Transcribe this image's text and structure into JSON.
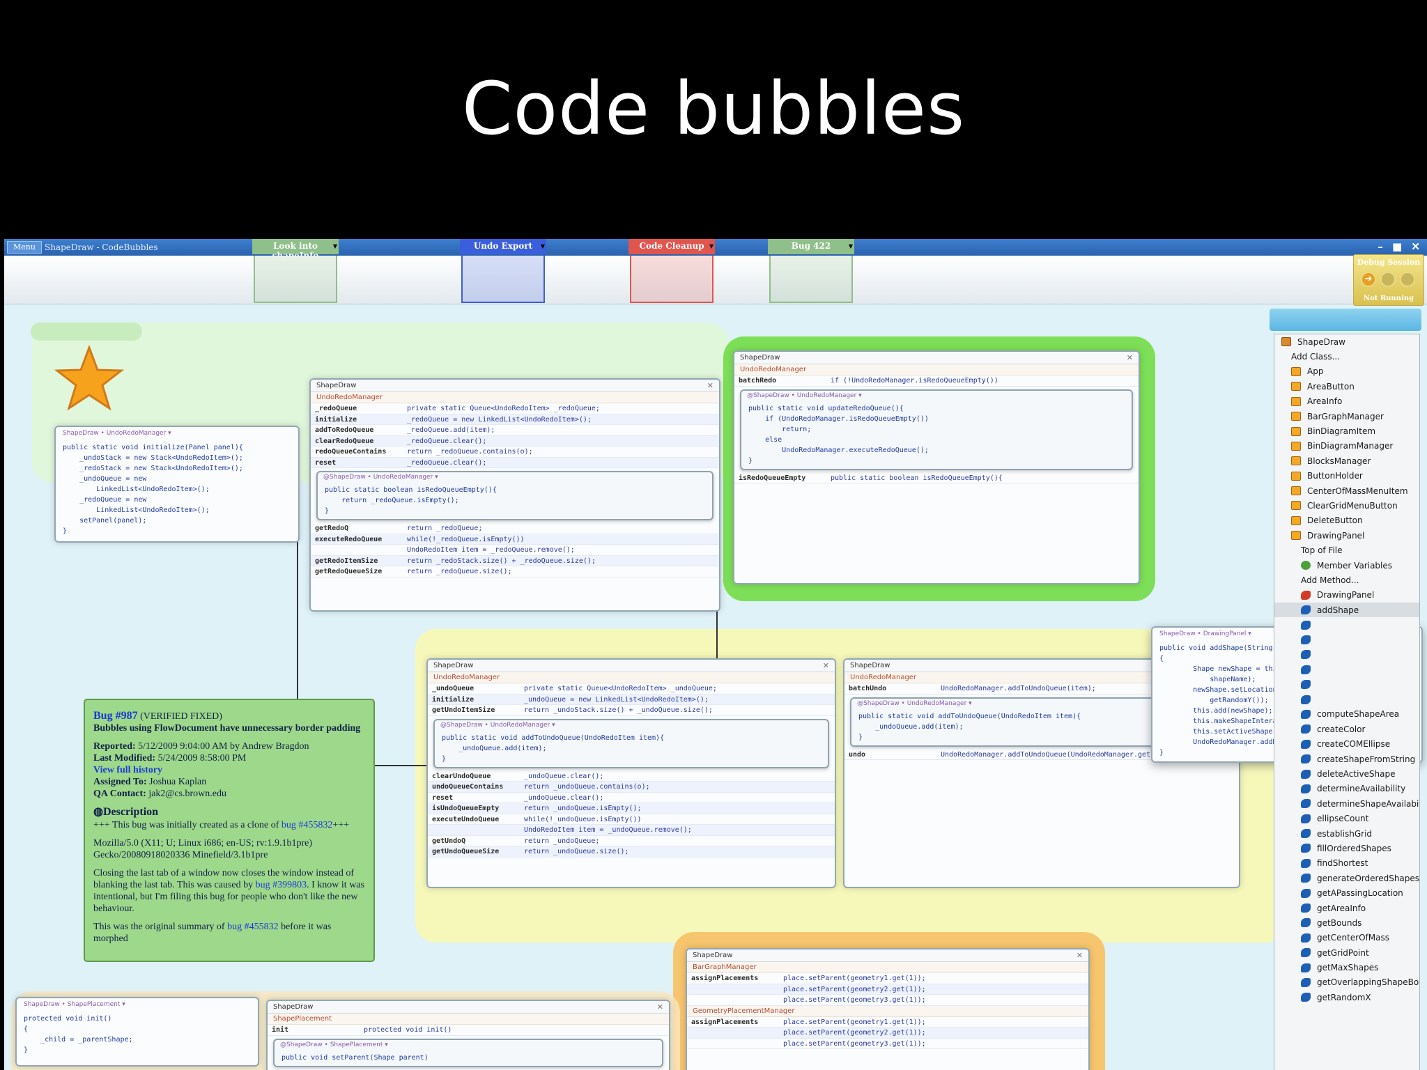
{
  "slide": {
    "title": "Code bubbles"
  },
  "window": {
    "menu_label": "Menu",
    "title": "ShapeDraw - CodeBubbles",
    "controls": "– ■ ✕"
  },
  "workspaces": [
    {
      "label": "Look into shapeInfo",
      "color": "#8fbf8a"
    },
    {
      "label": "Undo Export",
      "color": "#3b5fdc"
    },
    {
      "label": "Code Cleanup",
      "color": "#e0564f"
    },
    {
      "label": "Bug 422",
      "color": "#8fbf8a"
    }
  ],
  "debug": {
    "title": "Debug Session",
    "status": "Not Running"
  },
  "package_explorer": {
    "items": [
      {
        "label": "ShapeDraw",
        "icon": "package-icon",
        "kind": "root",
        "indent": 0
      },
      {
        "label": "Add Class...",
        "icon": "",
        "kind": "action",
        "indent": 1
      },
      {
        "label": "App",
        "icon": "class-icon",
        "kind": "class",
        "indent": 1
      },
      {
        "label": "AreaButton",
        "icon": "class-icon",
        "kind": "class",
        "indent": 1
      },
      {
        "label": "AreaInfo",
        "icon": "class-icon",
        "kind": "class",
        "indent": 1
      },
      {
        "label": "BarGraphManager",
        "icon": "class-icon",
        "kind": "class",
        "indent": 1
      },
      {
        "label": "BinDiagramItem",
        "icon": "class-icon",
        "kind": "class",
        "indent": 1
      },
      {
        "label": "BinDiagramManager",
        "icon": "class-icon",
        "kind": "class",
        "indent": 1
      },
      {
        "label": "BlocksManager",
        "icon": "class-icon",
        "kind": "class",
        "indent": 1
      },
      {
        "label": "ButtonHolder",
        "icon": "class-icon",
        "kind": "class",
        "indent": 1
      },
      {
        "label": "CenterOfMassMenuItem",
        "icon": "class-icon",
        "kind": "class",
        "indent": 1
      },
      {
        "label": "ClearGridMenuButton",
        "icon": "class-icon",
        "kind": "class",
        "indent": 1
      },
      {
        "label": "DeleteButton",
        "icon": "class-icon",
        "kind": "class",
        "indent": 1
      },
      {
        "label": "DrawingPanel",
        "icon": "class-icon",
        "kind": "class",
        "indent": 1
      },
      {
        "label": "Top of File",
        "icon": "",
        "kind": "action",
        "indent": 2
      },
      {
        "label": "Member Variables",
        "icon": "member-icon",
        "kind": "member",
        "indent": 2
      },
      {
        "label": "Add Method...",
        "icon": "",
        "kind": "action",
        "indent": 2
      },
      {
        "label": "DrawingPanel",
        "icon": "constructor-icon",
        "kind": "panel",
        "indent": 2
      },
      {
        "label": "addShape",
        "icon": "method-icon",
        "kind": "method",
        "indent": 2,
        "selected": true
      },
      {
        "label": "",
        "icon": "method-icon",
        "kind": "method",
        "indent": 2
      },
      {
        "label": "",
        "icon": "method-icon",
        "kind": "method",
        "indent": 2
      },
      {
        "label": "",
        "icon": "method-icon",
        "kind": "method",
        "indent": 2
      },
      {
        "label": "",
        "icon": "method-icon",
        "kind": "method",
        "indent": 2
      },
      {
        "label": "",
        "icon": "method-icon",
        "kind": "method",
        "indent": 2
      },
      {
        "label": "",
        "icon": "method-icon",
        "kind": "method",
        "indent": 2
      },
      {
        "label": "computeShapeArea",
        "icon": "method-icon",
        "kind": "method",
        "indent": 2
      },
      {
        "label": "createColor",
        "icon": "method-icon",
        "kind": "method",
        "indent": 2
      },
      {
        "label": "createCOMEllipse",
        "icon": "method-icon",
        "kind": "method",
        "indent": 2
      },
      {
        "label": "createShapeFromString",
        "icon": "method-icon",
        "kind": "method",
        "indent": 2
      },
      {
        "label": "deleteActiveShape",
        "icon": "method-icon",
        "kind": "method",
        "indent": 2
      },
      {
        "label": "determineAvailability",
        "icon": "method-icon",
        "kind": "method",
        "indent": 2
      },
      {
        "label": "determineShapeAvailabi",
        "icon": "method-icon",
        "kind": "method",
        "indent": 2
      },
      {
        "label": "ellipseCount",
        "icon": "method-icon",
        "kind": "method",
        "indent": 2
      },
      {
        "label": "establishGrid",
        "icon": "method-icon",
        "kind": "method",
        "indent": 2
      },
      {
        "label": "fillOrderedShapes",
        "icon": "method-icon",
        "kind": "method",
        "indent": 2
      },
      {
        "label": "findShortest",
        "icon": "method-icon",
        "kind": "method",
        "indent": 2
      },
      {
        "label": "generateOrderedShapes",
        "icon": "method-icon",
        "kind": "method",
        "indent": 2
      },
      {
        "label": "getAPassingLocation",
        "icon": "method-icon",
        "kind": "method",
        "indent": 2
      },
      {
        "label": "getAreaInfo",
        "icon": "method-icon",
        "kind": "method",
        "indent": 2
      },
      {
        "label": "getBounds",
        "icon": "method-icon",
        "kind": "method",
        "indent": 2
      },
      {
        "label": "getCenterOfMass",
        "icon": "method-icon",
        "kind": "method",
        "indent": 2
      },
      {
        "label": "getGridPoint",
        "icon": "method-icon",
        "kind": "method",
        "indent": 2
      },
      {
        "label": "getMaxShapes",
        "icon": "method-icon",
        "kind": "method",
        "indent": 2
      },
      {
        "label": "getOverlappingShapeBo",
        "icon": "method-icon",
        "kind": "method",
        "indent": 2
      },
      {
        "label": "getRandomX",
        "icon": "method-icon",
        "kind": "method",
        "indent": 2
      }
    ]
  },
  "bubbles": {
    "initialize": {
      "crumb": "ShapeDraw • UndoRedoManager ▾",
      "code": "public static void initialize(Panel panel){\n    _undoStack = new Stack<UndoRedoItem>();\n    _redoStack = new Stack<UndoRedoItem>();\n    _undoQueue = new\n        LinkedList<UndoRedoItem>();\n    _redoQueue = new\n        LinkedList<UndoRedoItem>();\n    setPanel(panel);\n}"
    },
    "redo_class": {
      "title": "ShapeDraw",
      "subtitle": "UndoRedoManager",
      "members_top": [
        {
          "name": "_redoQueue",
          "code": "private static Queue<UndoRedoItem> _redoQueue;"
        },
        {
          "name": "initialize",
          "code": "_redoQueue = new LinkedList<UndoRedoItem>();"
        },
        {
          "name": "addToRedoQueue",
          "code": "_redoQueue.add(item);"
        },
        {
          "name": "clearRedoQueue",
          "code": "_redoQueue.clear();"
        },
        {
          "name": "redoQueueContains",
          "code": "return _redoQueue.contains(o);"
        },
        {
          "name": "reset",
          "code": "_redoQueue.clear();"
        }
      ],
      "inset_crumb": "@ShapeDraw • UndoRedoManager ▾",
      "inset_code": "public static boolean isRedoQueueEmpty(){\n    return _redoQueue.isEmpty();\n}",
      "members_bottom": [
        {
          "name": "getRedoQ",
          "code": "return _redoQueue;"
        },
        {
          "name": "executeRedoQueue",
          "code": "while(!_redoQueue.isEmpty())"
        },
        {
          "name": "",
          "code": "UndoRedoItem item = _redoQueue.remove();"
        },
        {
          "name": "getRedoItemSize",
          "code": "return _redoStack.size() + _redoQueue.size();"
        },
        {
          "name": "getRedoQueueSize",
          "code": "return _redoQueue.size();"
        }
      ]
    },
    "batch_redo": {
      "title": "ShapeDraw",
      "subtitle": "UndoRedoManager",
      "row1": {
        "name": "batchRedo",
        "code": "if (!UndoRedoManager.isRedoQueueEmpty())"
      },
      "inset_crumb": "@ShapeDraw • UndoRedoManager ▾",
      "inset_code": "public static void updateRedoQueue(){\n    if (UndoRedoManager.isRedoQueueEmpty())\n        return;\n    else\n        UndoRedoManager.executeRedoQueue();\n}",
      "row2": {
        "name": "isRedoQueueEmpty",
        "code": "public static boolean isRedoQueueEmpty(){"
      }
    },
    "undo_class": {
      "title": "ShapeDraw",
      "subtitle": "UndoRedoManager",
      "members_top": [
        {
          "name": "_undoQueue",
          "code": "private static Queue<UndoRedoItem> _undoQueue;"
        },
        {
          "name": "initialize",
          "code": "_undoQueue = new LinkedList<UndoRedoItem>();"
        },
        {
          "name": "getUndoItemSize",
          "code": "return _undoStack.size() + _undoQueue.size();"
        }
      ],
      "inset_crumb": "@ShapeDraw • UndoRedoManager ▾",
      "inset_code": "public static void addToUndoQueue(UndoRedoItem item){\n    _undoQueue.add(item);\n}",
      "members_bottom": [
        {
          "name": "clearUndoQueue",
          "code": "_undoQueue.clear();"
        },
        {
          "name": "undoQueueContains",
          "code": "return _undoQueue.contains(o);"
        },
        {
          "name": "reset",
          "code": "_undoQueue.clear();"
        },
        {
          "name": "isUndoQueueEmpty",
          "code": "return _undoQueue.isEmpty();"
        },
        {
          "name": "executeUndoQueue",
          "code": "while(!_undoQueue.isEmpty())"
        },
        {
          "name": "",
          "code": "UndoRedoItem item = _undoQueue.remove();"
        },
        {
          "name": "getUndoQ",
          "code": "return _undoQueue;"
        },
        {
          "name": "getUndoQueueSize",
          "code": "return _undoQueue.size();"
        }
      ]
    },
    "batch_undo": {
      "title": "ShapeDraw",
      "subtitle": "UndoRedoManager",
      "row1": {
        "name": "batchUndo",
        "code": "UndoRedoManager.addToUndoQueue(item);"
      },
      "inset_crumb": "@ShapeDraw • UndoRedoManager ▾",
      "inset_code": "public static void addToUndoQueue(UndoRedoItem item){\n    _undoQueue.add(item);\n}",
      "row2": {
        "name": "undo",
        "code": "UndoRedoManager.addToUndoQueue(UndoRedoManager.getItemFromStack"
      }
    },
    "add_shape": {
      "crumb": "ShapeDraw • DrawingPanel ▾",
      "code": "public void addShape(String shapeName)\n{\n        Shape newShape = this.createShapeFromString(\n            shapeName);\n        newShape.setLocation(this.getRandomX(),this.\n            getRandomY());\n        this.add(newShape);\n        this.makeShapeInteractive(newShape);\n        this.setActiveShape(newShape);\n        UndoRedoManager.addNewShape(newShape);\n}"
    },
    "bar_graph": {
      "title": "ShapeDraw",
      "subtitle": "BarGraphManager",
      "rows": [
        {
          "name": "assignPlacements",
          "code": "place.setParent(geometry1.get(1));"
        },
        {
          "name": "",
          "code": "place.setParent(geometry2.get(1));"
        },
        {
          "name": "",
          "code": "place.setParent(geometry3.get(1));"
        }
      ],
      "subtitle2": "GeometryPlacementManager",
      "rows2": [
        {
          "name": "assignPlacements",
          "code": "place.setParent(geometry1.get(1));"
        },
        {
          "name": "",
          "code": "place.setParent(geometry2.get(1));"
        },
        {
          "name": "",
          "code": "place.setParent(geometry3.get(1));"
        }
      ]
    },
    "shape_placement_small": {
      "crumb": "ShapeDraw • ShapePlacement ▾",
      "code": "protected void init()\n{\n    _child = _parentShape;\n}"
    },
    "shape_placement": {
      "title": "ShapeDraw",
      "subtitle": "ShapePlacement",
      "row1": {
        "name": "init",
        "code": "protected void init()"
      },
      "inset_crumb": "@ShapeDraw • ShapePlacement ▾",
      "inset_code": "public void setParent(Shape parent)"
    }
  },
  "bug": {
    "id_link": "Bug #987",
    "status": "(VERIFIED FIXED)",
    "summary": "Bubbles using FlowDocument have unnecessary border padding",
    "reported_label": "Reported:",
    "reported": "5/12/2009 9:04:00 AM by Andrew Bragdon",
    "modified_label": "Last Modified:",
    "modified": "5/24/2009 8:58:00 PM",
    "history_link": "View full history",
    "assigned_label": "Assigned To:",
    "assigned": "Joshua Kaplan",
    "qa_label": "QA Contact:",
    "qa": "jak2@cs.brown.edu",
    "desc_heading": "Description",
    "desc_intro": "+++ This bug was initially created as a clone of",
    "desc_intro_link": "bug #455832",
    "desc_intro_end": "+++",
    "ua": "Mozilla/5.0 (X11; U; Linux i686; en-US; rv:1.9.1b1pre) Gecko/20080918020336 Minefield/3.1b1pre",
    "body": "Closing the last tab of a window now closes the window instead of blanking the last tab. This was caused by",
    "body_link": "bug #399803",
    "body_end": ". I know it was intentional, but I'm filing this bug for people who don't like the new behaviour.",
    "orig": "This was the original summary of",
    "orig_link": "bug #455832",
    "orig_end": "before it was morphed"
  }
}
